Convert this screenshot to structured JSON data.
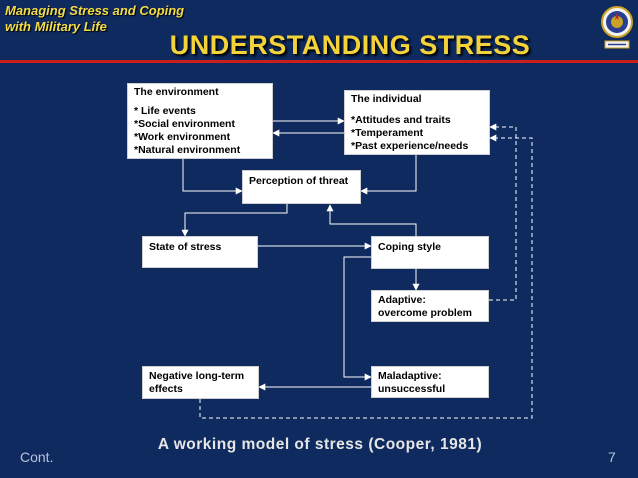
{
  "header": {
    "course_line1": "Managing Stress and Coping",
    "course_line2": "with Military Life",
    "title": "UNDERSTANDING STRESS"
  },
  "diagram": {
    "environment": {
      "title": "The environment",
      "items": [
        "* Life events",
        "*Social environment",
        "*Work environment",
        "*Natural environment"
      ]
    },
    "individual": {
      "title": "The individual",
      "items": [
        "*Attitudes and traits",
        "*Temperament",
        "*Past experience/needs"
      ]
    },
    "perception": "Perception of threat",
    "state_of_stress": "State of stress",
    "coping_style": "Coping style",
    "adaptive": {
      "line1": "Adaptive:",
      "line2": "overcome problem"
    },
    "negative": {
      "line1": "Negative long-term",
      "line2": "effects"
    },
    "maladaptive": {
      "line1": "Maladaptive:",
      "line2": "unsuccessful"
    }
  },
  "footer": {
    "left": "Cont.",
    "caption": "A working model of stress (Cooper, 1981)",
    "page": "7"
  },
  "colors": {
    "background": "#0e2a5e",
    "title": "#f4d23a",
    "rule": "#c9201e"
  }
}
